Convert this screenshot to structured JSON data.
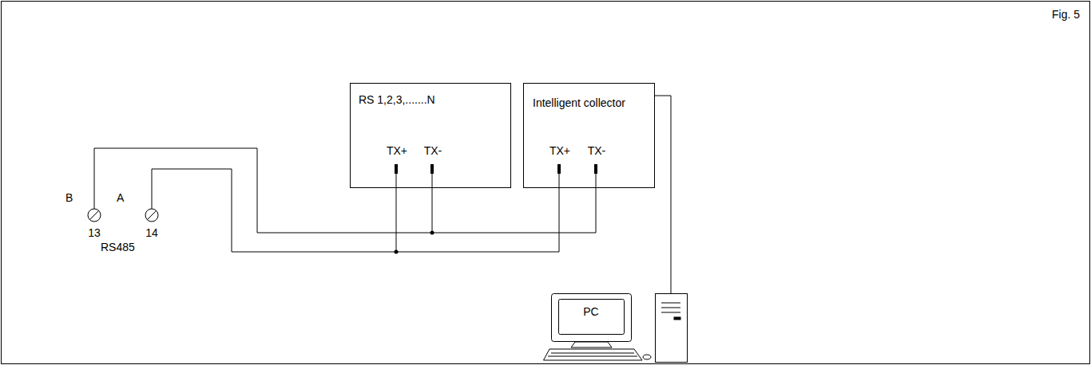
{
  "diagram": {
    "nodes": [
      {
        "text": [
          "RS 1,2,3,.......N",
          "TX+",
          "TX-"
        ]
      },
      {
        "text": [
          "Intelligent collector",
          "TX+",
          "TX-"
        ]
      },
      {
        "text": [
          "PC"
        ]
      }
    ],
    "edges": [
      {
        "from": 0,
        "to": 1,
        "arrow": "none"
      },
      {
        "from": 0,
        "to": 1,
        "arrow": "none"
      },
      {
        "from": 1,
        "to": 2,
        "arrow": "none"
      }
    ],
    "labels": [
      "Fig. 5",
      "B",
      "A",
      "13",
      "14",
      "RS485"
    ]
  }
}
